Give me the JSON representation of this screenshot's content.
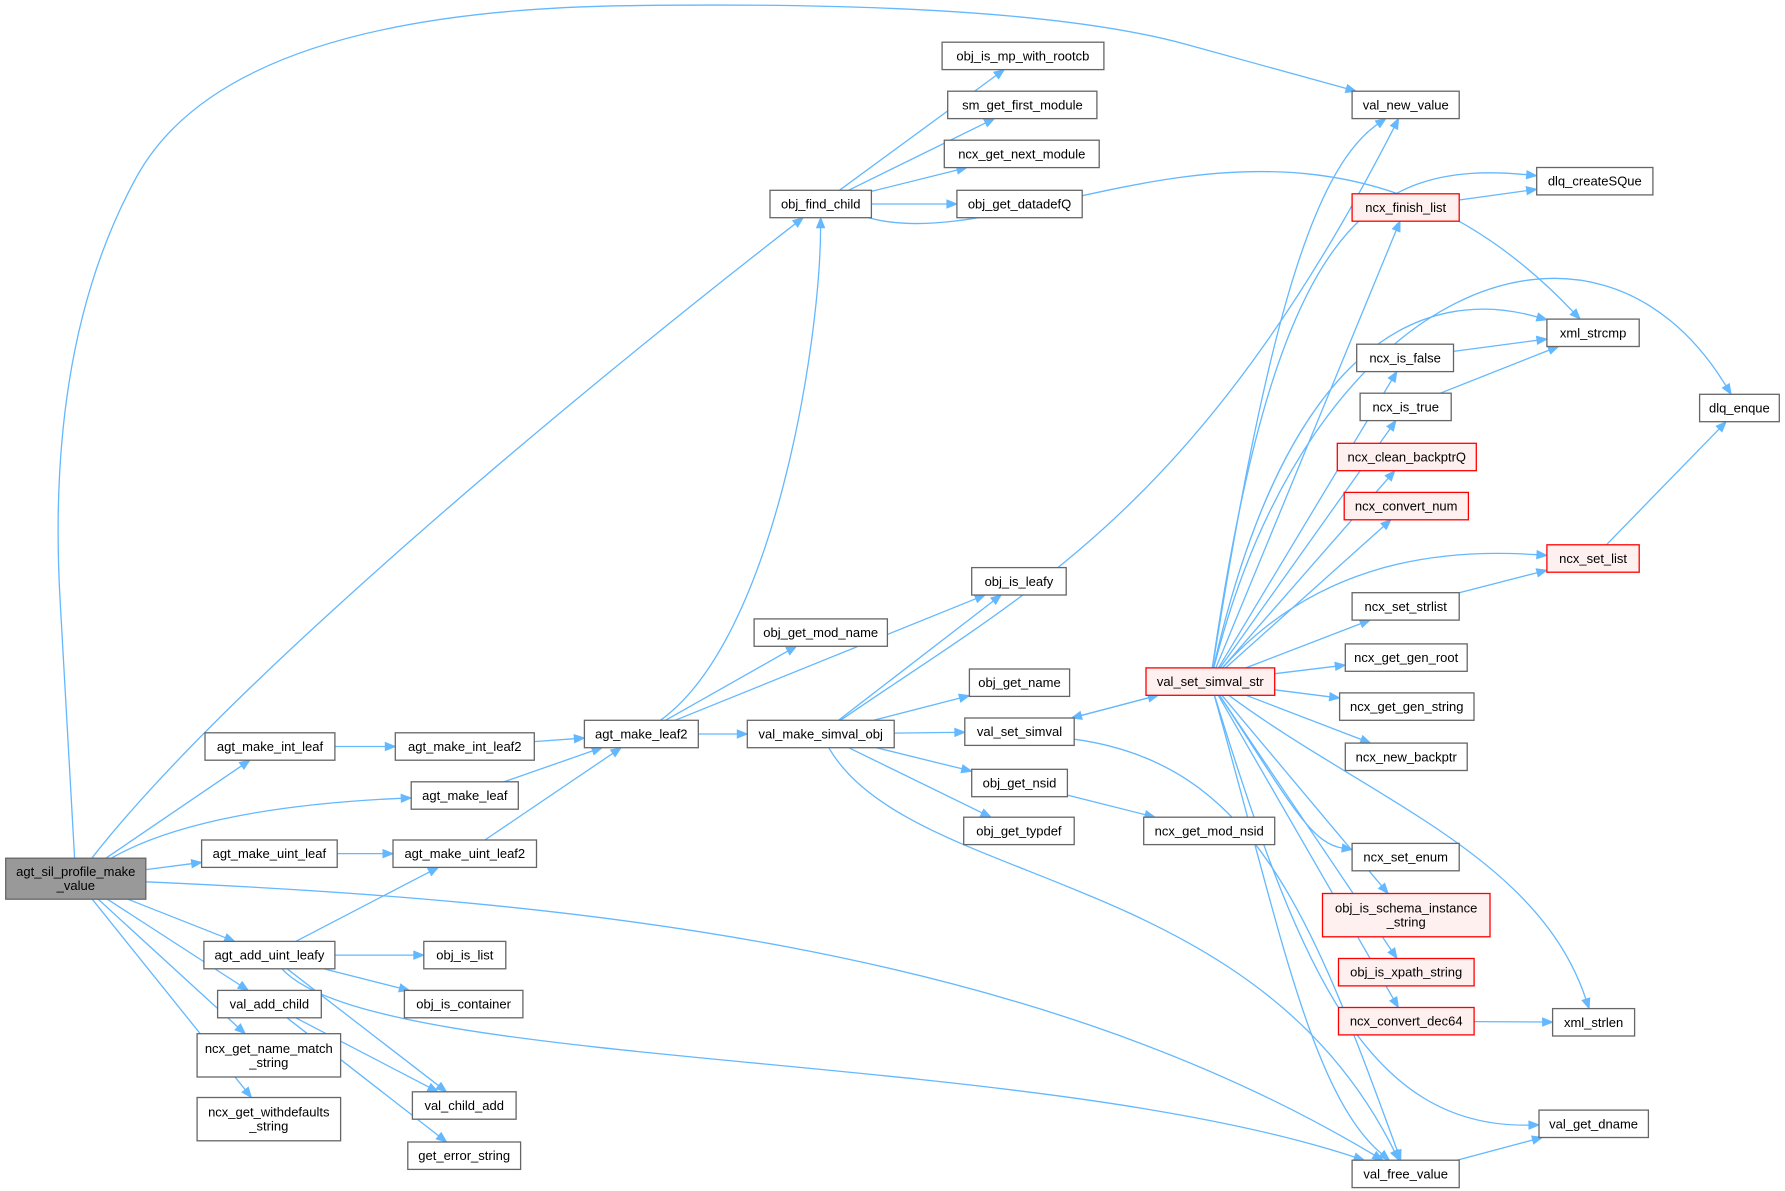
{
  "diagram": {
    "type": "call-graph",
    "nodes": [
      {
        "id": "root",
        "lines": [
          "agt_sil_profile_make",
          "_value"
        ],
        "style": "root"
      },
      {
        "id": "agt_make_int_leaf",
        "lines": [
          "agt_make_int_leaf"
        ],
        "style": "normal"
      },
      {
        "id": "agt_make_int_leaf2",
        "lines": [
          "agt_make_int_leaf2"
        ],
        "style": "normal"
      },
      {
        "id": "agt_make_leaf",
        "lines": [
          "agt_make_leaf"
        ],
        "style": "normal"
      },
      {
        "id": "agt_make_uint_leaf",
        "lines": [
          "agt_make_uint_leaf"
        ],
        "style": "normal"
      },
      {
        "id": "agt_make_uint_leaf2",
        "lines": [
          "agt_make_uint_leaf2"
        ],
        "style": "normal"
      },
      {
        "id": "agt_add_uint_leafy",
        "lines": [
          "agt_add_uint_leafy"
        ],
        "style": "normal"
      },
      {
        "id": "val_add_child",
        "lines": [
          "val_add_child"
        ],
        "style": "normal"
      },
      {
        "id": "ncx_get_name_match_string",
        "lines": [
          "ncx_get_name_match",
          "_string"
        ],
        "style": "normal"
      },
      {
        "id": "ncx_get_withdefaults_string",
        "lines": [
          "ncx_get_withdefaults",
          "_string"
        ],
        "style": "normal"
      },
      {
        "id": "obj_is_list",
        "lines": [
          "obj_is_list"
        ],
        "style": "normal"
      },
      {
        "id": "obj_is_container",
        "lines": [
          "obj_is_container"
        ],
        "style": "normal"
      },
      {
        "id": "val_child_add",
        "lines": [
          "val_child_add"
        ],
        "style": "normal"
      },
      {
        "id": "get_error_string",
        "lines": [
          "get_error_string"
        ],
        "style": "normal"
      },
      {
        "id": "agt_make_leaf2",
        "lines": [
          "agt_make_leaf2"
        ],
        "style": "normal"
      },
      {
        "id": "obj_find_child",
        "lines": [
          "obj_find_child"
        ],
        "style": "normal"
      },
      {
        "id": "obj_is_mp_with_rootcb",
        "lines": [
          "obj_is_mp_with_rootcb"
        ],
        "style": "normal"
      },
      {
        "id": "sm_get_first_module",
        "lines": [
          "sm_get_first_module"
        ],
        "style": "normal"
      },
      {
        "id": "ncx_get_next_module",
        "lines": [
          "ncx_get_next_module"
        ],
        "style": "normal"
      },
      {
        "id": "obj_get_datadefQ",
        "lines": [
          "obj_get_datadefQ"
        ],
        "style": "normal"
      },
      {
        "id": "obj_get_mod_name",
        "lines": [
          "obj_get_mod_name"
        ],
        "style": "normal"
      },
      {
        "id": "obj_is_leafy",
        "lines": [
          "obj_is_leafy"
        ],
        "style": "normal"
      },
      {
        "id": "val_make_simval_obj",
        "lines": [
          "val_make_simval_obj"
        ],
        "style": "normal"
      },
      {
        "id": "obj_get_name",
        "lines": [
          "obj_get_name"
        ],
        "style": "normal"
      },
      {
        "id": "val_set_simval",
        "lines": [
          "val_set_simval"
        ],
        "style": "normal"
      },
      {
        "id": "obj_get_nsid",
        "lines": [
          "obj_get_nsid"
        ],
        "style": "normal"
      },
      {
        "id": "obj_get_typdef",
        "lines": [
          "obj_get_typdef"
        ],
        "style": "normal"
      },
      {
        "id": "ncx_get_mod_nsid",
        "lines": [
          "ncx_get_mod_nsid"
        ],
        "style": "normal"
      },
      {
        "id": "val_set_simval_str",
        "lines": [
          "val_set_simval_str"
        ],
        "style": "red"
      },
      {
        "id": "val_new_value",
        "lines": [
          "val_new_value"
        ],
        "style": "normal"
      },
      {
        "id": "dlq_createSQue",
        "lines": [
          "dlq_createSQue"
        ],
        "style": "normal"
      },
      {
        "id": "ncx_finish_list",
        "lines": [
          "ncx_finish_list"
        ],
        "style": "red"
      },
      {
        "id": "xml_strcmp",
        "lines": [
          "xml_strcmp"
        ],
        "style": "normal"
      },
      {
        "id": "ncx_is_false",
        "lines": [
          "ncx_is_false"
        ],
        "style": "normal"
      },
      {
        "id": "ncx_is_true",
        "lines": [
          "ncx_is_true"
        ],
        "style": "normal"
      },
      {
        "id": "dlq_enque",
        "lines": [
          "dlq_enque"
        ],
        "style": "normal"
      },
      {
        "id": "ncx_clean_backptrQ",
        "lines": [
          "ncx_clean_backptrQ"
        ],
        "style": "red"
      },
      {
        "id": "ncx_convert_num",
        "lines": [
          "ncx_convert_num"
        ],
        "style": "red"
      },
      {
        "id": "ncx_set_list",
        "lines": [
          "ncx_set_list"
        ],
        "style": "red"
      },
      {
        "id": "ncx_set_strlist",
        "lines": [
          "ncx_set_strlist"
        ],
        "style": "normal"
      },
      {
        "id": "ncx_get_gen_root",
        "lines": [
          "ncx_get_gen_root"
        ],
        "style": "normal"
      },
      {
        "id": "ncx_get_gen_string",
        "lines": [
          "ncx_get_gen_string"
        ],
        "style": "normal"
      },
      {
        "id": "ncx_new_backptr",
        "lines": [
          "ncx_new_backptr"
        ],
        "style": "normal"
      },
      {
        "id": "ncx_set_enum",
        "lines": [
          "ncx_set_enum"
        ],
        "style": "normal"
      },
      {
        "id": "obj_is_schema_instance_string",
        "lines": [
          "obj_is_schema_instance",
          "_string"
        ],
        "style": "red"
      },
      {
        "id": "obj_is_xpath_string",
        "lines": [
          "obj_is_xpath_string"
        ],
        "style": "red"
      },
      {
        "id": "ncx_convert_dec64",
        "lines": [
          "ncx_convert_dec64"
        ],
        "style": "red"
      },
      {
        "id": "xml_strlen",
        "lines": [
          "xml_strlen"
        ],
        "style": "normal"
      },
      {
        "id": "val_get_dname",
        "lines": [
          "val_get_dname"
        ],
        "style": "normal"
      },
      {
        "id": "val_free_value",
        "lines": [
          "val_free_value"
        ],
        "style": "normal"
      }
    ]
  },
  "colors": {
    "edge": "#63b8ff",
    "node_border": "#666666",
    "root_fill": "#999999",
    "red_border": "#ff0000",
    "red_fill": "#fff0f0"
  }
}
